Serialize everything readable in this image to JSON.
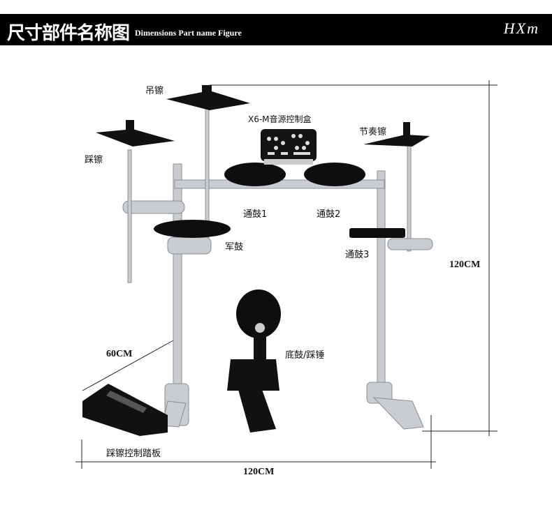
{
  "header": {
    "title_cn": "尺寸部件名称图",
    "title_en": "Dimensions Part name Figure",
    "logo": "HXm"
  },
  "labels": {
    "crash": "吊镲",
    "hihat": "踩镲",
    "module": "X6-M音源控制盒",
    "ride": "节奏镲",
    "tom1": "通鼓1",
    "tom2": "通鼓2",
    "tom3": "通鼓3",
    "snare": "军鼓",
    "kick": "底鼓/踩锤",
    "hihat_pedal": "踩镲控制踏板"
  },
  "dimensions": {
    "height": "120CM",
    "depth": "60CM",
    "width": "120CM"
  }
}
